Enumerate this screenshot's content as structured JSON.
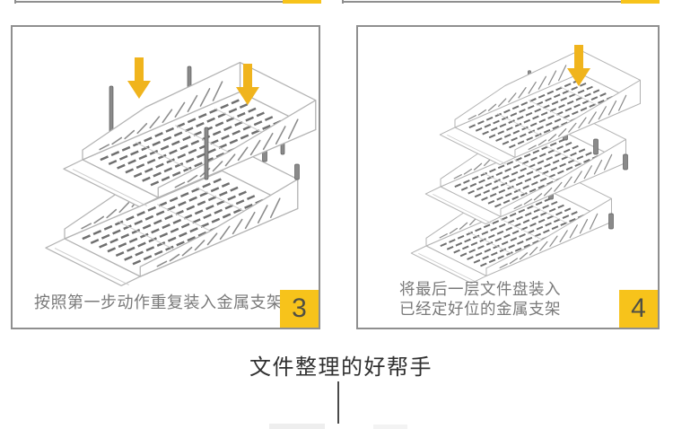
{
  "colors": {
    "accent": "#F7C31B",
    "arrow": "#F0B41D",
    "border": "#8f8f8f",
    "lineart": "#b3b3b3",
    "hatch": "#8c8c8c",
    "slot": "#6f6f6f",
    "rod": "#8a8a8a",
    "caption": "#7a7a7a",
    "numcolor": "#4f4f44",
    "tagline": "#303030"
  },
  "panels": [
    {
      "step_number": "3",
      "caption": "按照第一步动作重复装入金属支架",
      "illustration": {
        "tray_count": 2,
        "arrow_count": 2
      }
    },
    {
      "step_number": "4",
      "caption_lines": [
        "将最后一层文件盘装入",
        "已经定好位的金属支架"
      ],
      "illustration": {
        "tray_count": 3,
        "arrow_count": 1
      }
    }
  ],
  "tagline": "文件整理的好帮手"
}
